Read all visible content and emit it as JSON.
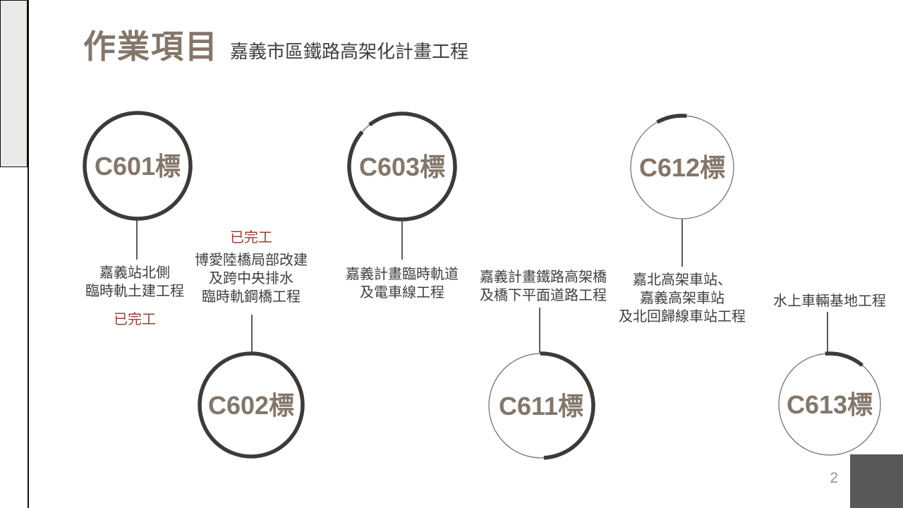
{
  "slide": {
    "title": "作業項目",
    "subtitle": "嘉義市區鐵路高架化計畫工程",
    "page_number": "2"
  },
  "colors": {
    "title": "#84766a",
    "subtitle": "#3f3f3f",
    "body_text": "#3f3f3f",
    "status_done": "#9e3b38",
    "ring_thick": "#3e3a39",
    "ring_thin": "#6b6867",
    "connector": "#161616",
    "circle_label": "#84766a",
    "corner_square": "#5a5856",
    "sidebar_fill": "#e9e9e7"
  },
  "contracts": [
    {
      "label": "C601標",
      "desc": [
        "嘉義站北側",
        "臨時軌土建工程"
      ],
      "status": "已完工",
      "status_position": "below-desc",
      "ring": {
        "full": true
      }
    },
    {
      "label": "C602標",
      "desc": [
        "博愛陸橋局部改建",
        "及跨中央排水",
        "臨時軌鋼橋工程"
      ],
      "status": "已完工",
      "status_position": "above-desc",
      "ring": {
        "full": true
      }
    },
    {
      "label": "C603標",
      "desc": [
        "嘉義計畫臨時軌道",
        "及電車線工程"
      ],
      "status": "",
      "status_position": "",
      "ring": {
        "full": false,
        "start_deg": -38,
        "sweep_deg": 349
      }
    },
    {
      "label": "C611標",
      "desc": [
        "嘉義計畫鐵路高架橋",
        "及橋下平面道路工程"
      ],
      "status": "",
      "status_position": "",
      "ring": {
        "full": false,
        "start_deg": -1,
        "sweep_deg": 178
      }
    },
    {
      "label": "C612標",
      "desc": [
        "嘉北高架車站、",
        "嘉義高架車站",
        "及北回歸線車站工程"
      ],
      "status": "",
      "status_position": "",
      "ring": {
        "full": false,
        "start_deg": -29,
        "sweep_deg": 34
      }
    },
    {
      "label": "C613標",
      "desc": [
        "水上車輛基地工程"
      ],
      "status": "",
      "status_position": "",
      "ring": {
        "full": false,
        "start_deg": -5,
        "sweep_deg": 45
      }
    }
  ]
}
